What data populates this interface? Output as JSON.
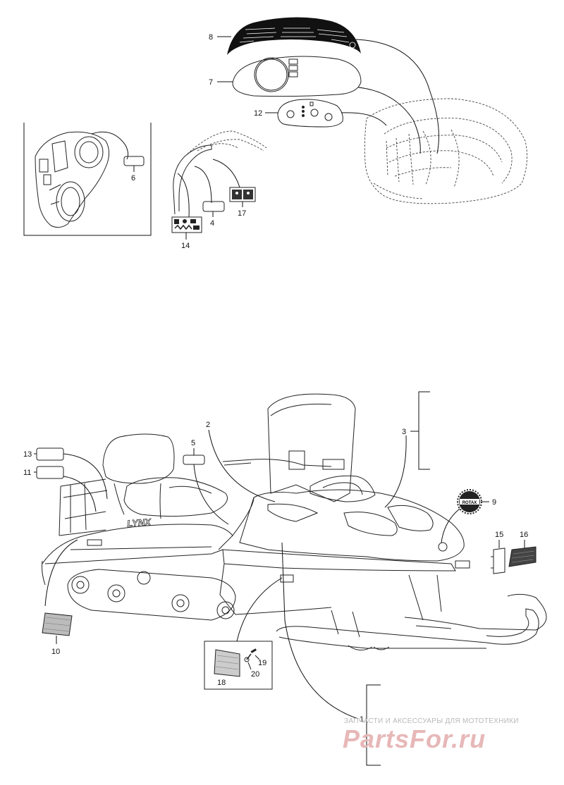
{
  "callouts": {
    "c1": "1",
    "c2": "2",
    "c3": "3",
    "c4": "4",
    "c5": "5",
    "c6": "6",
    "c7": "7",
    "c8": "8",
    "c9": "9",
    "c10": "10",
    "c11": "11",
    "c12": "12",
    "c13": "13",
    "c14": "14",
    "c15": "15",
    "c16": "16",
    "c17": "17",
    "c18": "18",
    "c19": "19",
    "c20": "20"
  },
  "decal_text": "LYNX",
  "watermark": {
    "tagline": "ЗАПЧАСТИ И АКСЕССУАРЫ ДЛЯ МОТОТЕХНИКИ",
    "logo": "PartsFor.ru"
  }
}
